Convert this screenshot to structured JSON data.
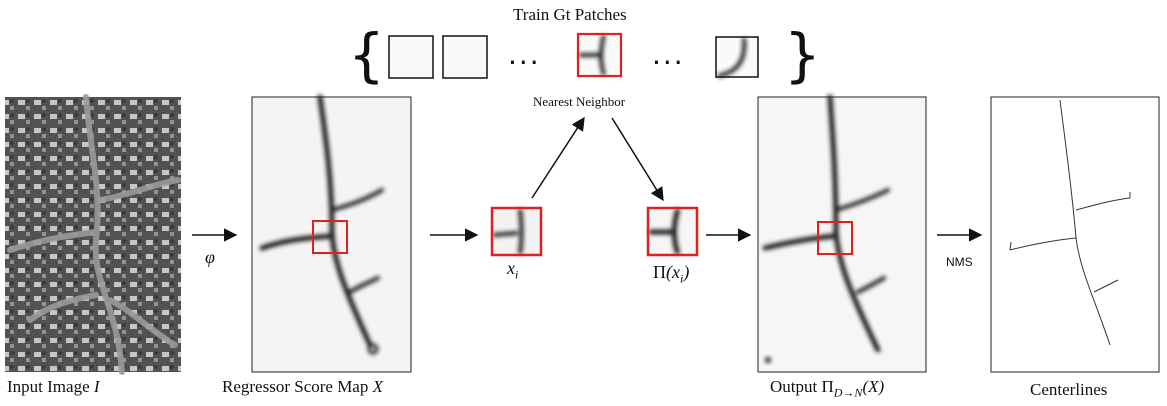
{
  "top": {
    "title": "Train Gt Patches",
    "dots_left": "...",
    "dots_right": "...",
    "brace_open": "{",
    "brace_close": "}"
  },
  "nearest_neighbor": "Nearest Neighbor",
  "phi_label": "φ",
  "xi_label": {
    "base": "x",
    "sub": "i"
  },
  "pi_label": {
    "pi": "Π",
    "open": "(x",
    "sub": "i",
    "close": ")"
  },
  "nms_label": "NMS",
  "captions": {
    "input": {
      "text": "Input Image ",
      "var": "I"
    },
    "score": {
      "text": "Regressor Score Map ",
      "var": "X"
    },
    "output": {
      "text": "Output ",
      "pi": "Π",
      "sub": "D→N",
      "arg": "(X)"
    },
    "centerlines": "Centerlines"
  },
  "colors": {
    "highlight": "#e02020",
    "road": "#1a1a1a",
    "arrow": "#111111"
  }
}
